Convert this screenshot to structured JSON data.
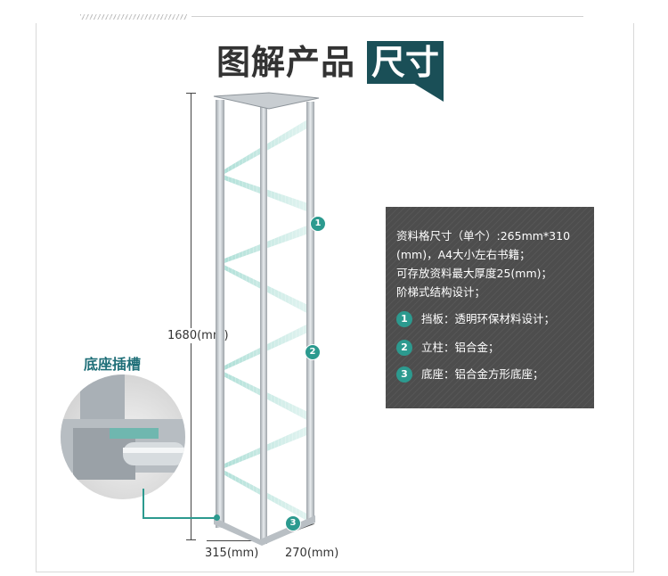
{
  "header": {
    "title_main": "图解产品",
    "title_tag": "尺寸"
  },
  "dimensions": {
    "height": "1680(mm)",
    "width": "315(mm)",
    "depth": "270(mm)"
  },
  "base": {
    "title": "底座插槽"
  },
  "info": {
    "description": [
      "资料格尺寸（单个）:265mm*310",
      "(mm)，A4大小左右书籍；",
      "可存放资料最大厚度25(mm)；",
      "阶梯式结构设计；"
    ],
    "items": [
      {
        "num": "1",
        "text": "挡板：透明环保材料设计；"
      },
      {
        "num": "2",
        "text": "立柱：铝合金；"
      },
      {
        "num": "3",
        "text": "底座：铝合金方形底座；"
      }
    ]
  },
  "rack_markers": [
    "1",
    "2",
    "3"
  ],
  "colors": {
    "accent": "#2c9a8f",
    "title_tag_bg": "#1a4f57",
    "info_bg": "#4d4d4d"
  }
}
